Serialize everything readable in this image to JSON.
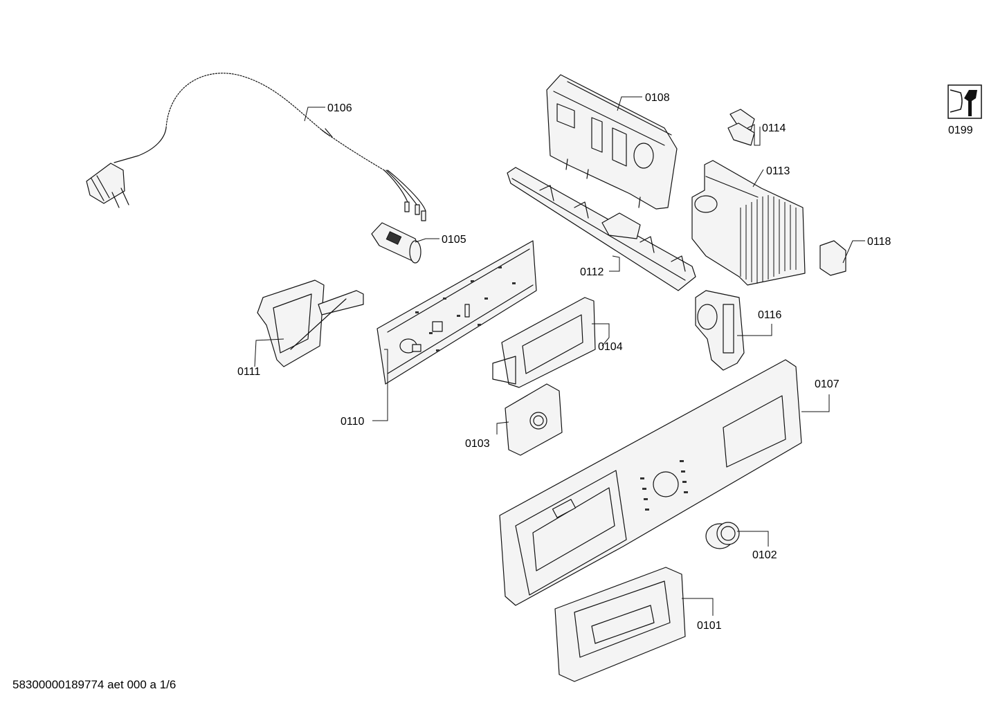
{
  "callouts": {
    "c0101": "0101",
    "c0102": "0102",
    "c0103": "0103",
    "c0104": "0104",
    "c0105": "0105",
    "c0106": "0106",
    "c0107": "0107",
    "c0108": "0108",
    "c0110": "0110",
    "c0111": "0111",
    "c0112": "0112",
    "c0113": "0113",
    "c0114": "0114",
    "c0116": "0116",
    "c0118": "0118",
    "c0199": "0199"
  },
  "footer": {
    "document_id": "58300000189774 aet 000 a 1/6"
  },
  "icons": {
    "service_tool": "wrench-icon"
  }
}
